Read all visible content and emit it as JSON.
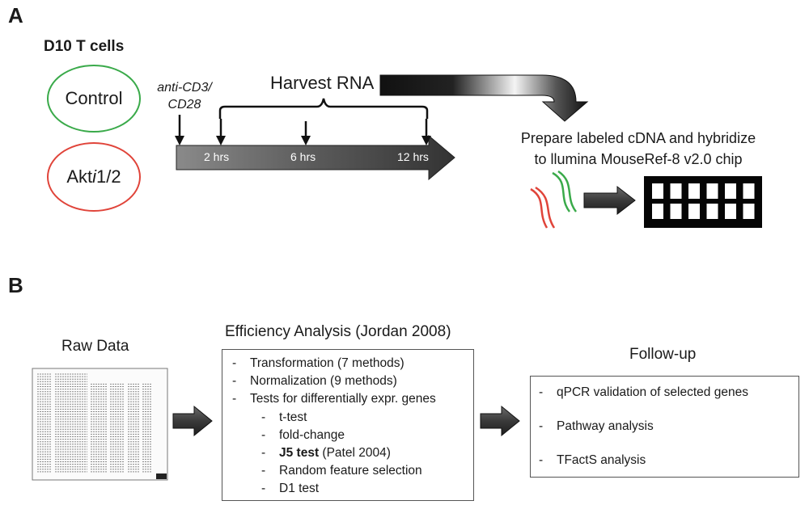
{
  "panel_a": {
    "letter": "A",
    "cells_title": "D10 T cells",
    "control_label": "Control",
    "akti_prefix": "Akt",
    "akti_italic": "i",
    "akti_suffix": "1/2",
    "stimulus_line1": "anti-CD3/",
    "stimulus_line2": "CD28",
    "harvest_label": "Harvest RNA",
    "timepoints": [
      "2 hrs",
      "6 hrs",
      "12 hrs"
    ],
    "prepare_line1": "Prepare labeled cDNA and hybridize",
    "prepare_line2": "to llumina MouseRef-8 v2.0 chip",
    "colors": {
      "control": "#3aaa4a",
      "akti": "#e0443a",
      "arrow": "#3a3a3a"
    }
  },
  "panel_b": {
    "letter": "B",
    "raw_data_title": "Raw Data",
    "efficiency_title": "Efficiency Analysis (Jordan 2008)",
    "efficiency_items": [
      "Transformation (7 methods)",
      "Normalization (9 methods)",
      "Tests for differentially expr. genes"
    ],
    "test_items": [
      "t-test",
      "fold-change",
      "J5 test",
      "Random feature selection",
      "D1 test"
    ],
    "j5_note": " (Patel 2004)",
    "followup_title": "Follow-up",
    "followup_items": [
      "qPCR validation of selected genes",
      "Pathway analysis",
      "TFactS analysis"
    ],
    "dash": "-"
  }
}
